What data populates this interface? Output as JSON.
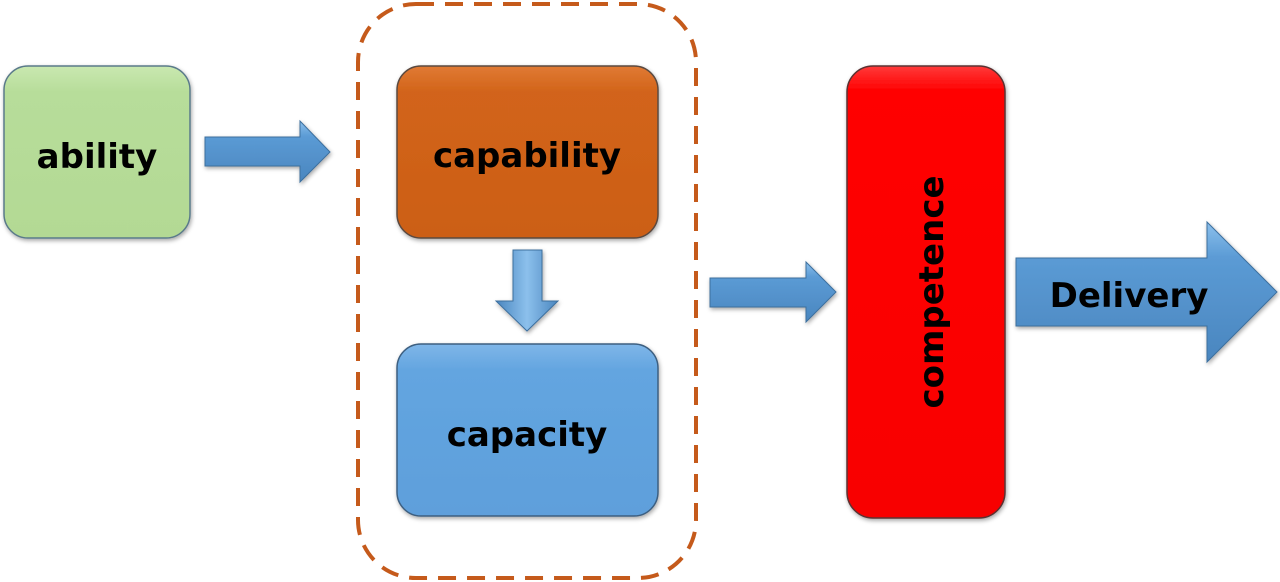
{
  "diagram": {
    "nodes": {
      "ability": {
        "label": "ability",
        "color": "#B7DD9A"
      },
      "capability": {
        "label": "capability",
        "color": "#D2641A"
      },
      "capacity": {
        "label": "capacity",
        "color": "#63A5E0"
      },
      "competence": {
        "label": "competence",
        "color": "#FF0606"
      }
    },
    "group": {
      "members": [
        "capability",
        "capacity"
      ],
      "border_color": "#C55A1B",
      "style": "dashed"
    },
    "arrows": [
      {
        "from": "ability",
        "to": "group"
      },
      {
        "from": "capability",
        "to": "capacity"
      },
      {
        "from": "group",
        "to": "competence"
      },
      {
        "from": "competence",
        "to": "output",
        "label": "Delivery"
      }
    ],
    "arrow_color": "#5B9BD5",
    "output_label": "Delivery"
  }
}
